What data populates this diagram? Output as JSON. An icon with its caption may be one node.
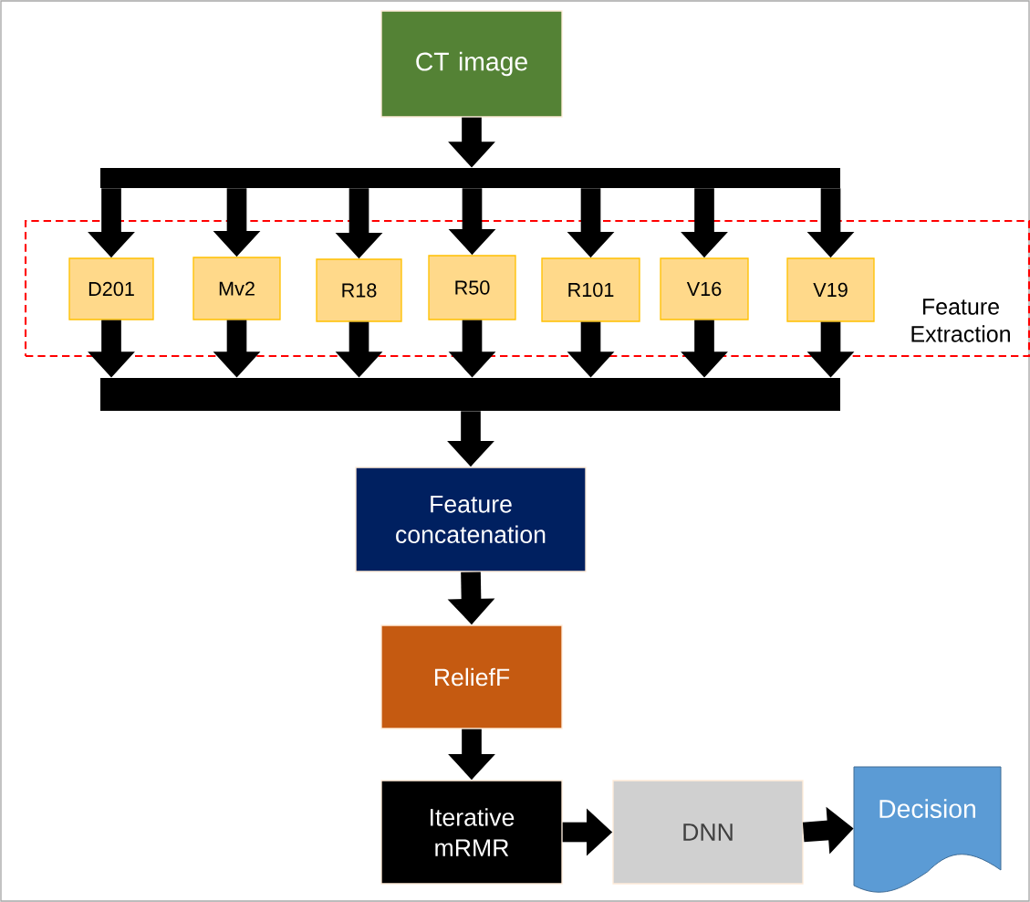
{
  "diagram": {
    "nodes": [
      {
        "text": [
          "CT image"
        ]
      },
      {
        "text": [],
        "shape": "bar"
      },
      {
        "text": [
          "Feature Extraction"
        ]
      },
      {
        "text": [
          "D201"
        ],
        "in": 2
      },
      {
        "text": [
          "Mv2"
        ],
        "in": 2
      },
      {
        "text": [
          "R18"
        ],
        "in": 2
      },
      {
        "text": [
          "R50"
        ],
        "in": 2
      },
      {
        "text": [
          "R101"
        ],
        "in": 2
      },
      {
        "text": [
          "V16"
        ],
        "in": 2
      },
      {
        "text": [
          "V19"
        ],
        "in": 2
      },
      {
        "text": [],
        "shape": "bar"
      },
      {
        "text": [
          "Feature concatenation"
        ]
      },
      {
        "text": [
          "ReliefF"
        ]
      },
      {
        "text": [
          "Iterative mRMR"
        ]
      },
      {
        "text": [
          "DNN"
        ]
      },
      {
        "text": [
          "Decision"
        ]
      }
    ],
    "edges": [
      {
        "from": 0,
        "to": 1,
        "arrow": "to"
      },
      {
        "from": 1,
        "to": 3,
        "arrow": "to"
      },
      {
        "from": 1,
        "to": 4,
        "arrow": "to"
      },
      {
        "from": 1,
        "to": 5,
        "arrow": "to"
      },
      {
        "from": 1,
        "to": 6,
        "arrow": "to"
      },
      {
        "from": 1,
        "to": 7,
        "arrow": "to"
      },
      {
        "from": 1,
        "to": 8,
        "arrow": "to"
      },
      {
        "from": 1,
        "to": 9,
        "arrow": "to"
      },
      {
        "from": 3,
        "to": 10,
        "arrow": "to"
      },
      {
        "from": 4,
        "to": 10,
        "arrow": "to"
      },
      {
        "from": 5,
        "to": 10,
        "arrow": "to"
      },
      {
        "from": 6,
        "to": 10,
        "arrow": "to"
      },
      {
        "from": 7,
        "to": 10,
        "arrow": "to"
      },
      {
        "from": 8,
        "to": 10,
        "arrow": "to"
      },
      {
        "from": 9,
        "to": 10,
        "arrow": "to"
      },
      {
        "from": 10,
        "to": 11,
        "arrow": "to"
      },
      {
        "from": 11,
        "to": 12,
        "arrow": "to"
      },
      {
        "from": 12,
        "to": 13,
        "arrow": "to"
      },
      {
        "from": 13,
        "to": 14,
        "arrow": "to"
      },
      {
        "from": 14,
        "to": 15,
        "arrow": "to"
      }
    ]
  }
}
